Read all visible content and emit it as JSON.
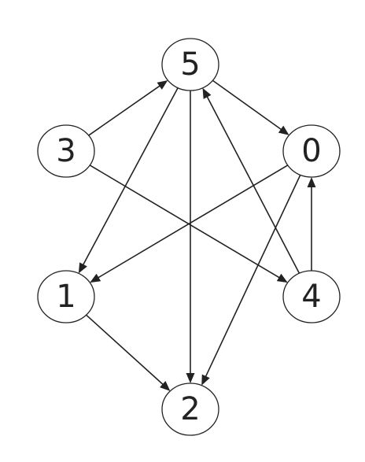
{
  "graph": {
    "nodes": [
      {
        "id": "5",
        "label": "5"
      },
      {
        "id": "3",
        "label": "3"
      },
      {
        "id": "0",
        "label": "0"
      },
      {
        "id": "1",
        "label": "1"
      },
      {
        "id": "4",
        "label": "4"
      },
      {
        "id": "2",
        "label": "2"
      }
    ],
    "edges": [
      {
        "from": "3",
        "to": "5"
      },
      {
        "from": "5",
        "to": "0"
      },
      {
        "from": "5",
        "to": "1"
      },
      {
        "from": "5",
        "to": "2"
      },
      {
        "from": "3",
        "to": "4"
      },
      {
        "from": "0",
        "to": "1"
      },
      {
        "from": "0",
        "to": "2"
      },
      {
        "from": "4",
        "to": "5"
      },
      {
        "from": "4",
        "to": "0"
      },
      {
        "from": "1",
        "to": "2"
      }
    ],
    "colors": {
      "stroke": "#222222",
      "node_fill": "#ffffff",
      "background": "#ffffff"
    }
  }
}
